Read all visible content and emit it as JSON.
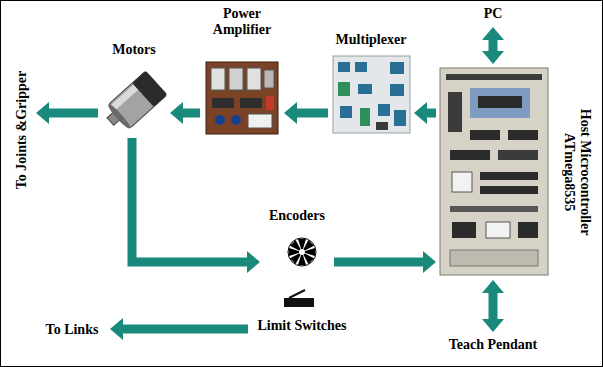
{
  "diagram": {
    "nodes": [
      {
        "text": [
          "Power Amplifier"
        ]
      },
      {
        "text": [
          "Multiplexer"
        ]
      },
      {
        "text": [
          "PC"
        ]
      },
      {
        "text": [
          "Motors"
        ]
      },
      {
        "text": [
          "To Joints &Gripper"
        ]
      },
      {
        "text": [
          "Host Microcontroller ATmega8535"
        ]
      },
      {
        "text": [
          "Encoders"
        ]
      },
      {
        "text": [
          "Limit Switches"
        ]
      },
      {
        "text": [
          "To Links"
        ]
      },
      {
        "text": [
          "Teach Pendant"
        ]
      }
    ],
    "edges": [
      {
        "from": 5,
        "to": 1,
        "arrow": "to"
      },
      {
        "from": 1,
        "to": 0,
        "arrow": "to"
      },
      {
        "from": 0,
        "to": 3,
        "arrow": "to"
      },
      {
        "from": 3,
        "to": 4,
        "arrow": "to"
      },
      {
        "from": 3,
        "to": 6,
        "arrow": "to"
      },
      {
        "from": 6,
        "to": 5,
        "arrow": "to"
      },
      {
        "from": 7,
        "to": 8,
        "arrow": "to"
      },
      {
        "from": 2,
        "to": 5,
        "arrow": "both"
      },
      {
        "from": 5,
        "to": 9,
        "arrow": "both"
      }
    ]
  }
}
